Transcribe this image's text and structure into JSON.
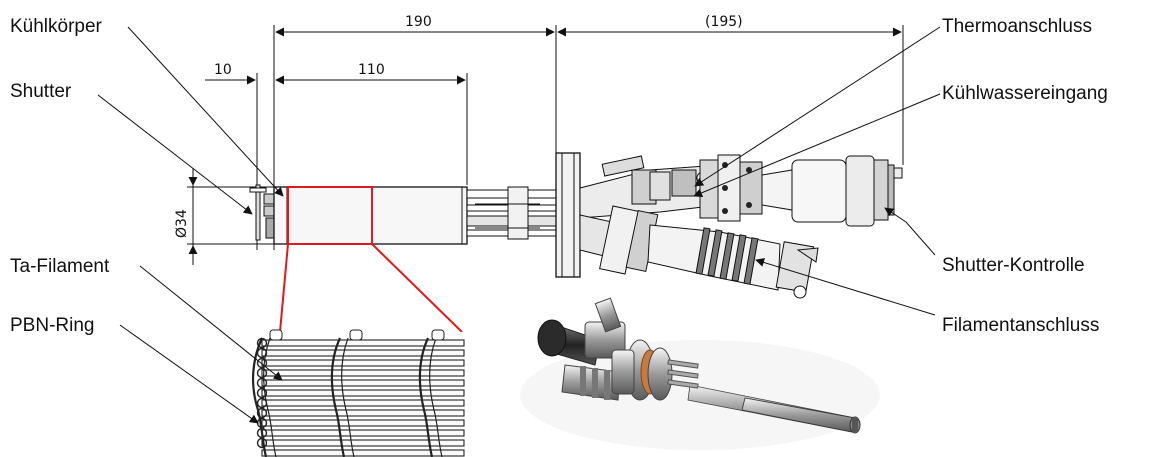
{
  "labels": {
    "heatsink": "Kühlkörper",
    "shutter": "Shutter",
    "ta_filament": "Ta-Filament",
    "pbn_ring": "PBN-Ring",
    "thermo": "Thermoanschluss",
    "cooling_water": "Kühlwassereingang",
    "shutter_control": "Shutter-Kontrolle",
    "filament_connector": "Filamentanschluss"
  },
  "dimensions": {
    "d190": "190",
    "d195": "(195)",
    "d10": "10",
    "d110": "110",
    "d34": "Ø34"
  },
  "colors": {
    "highlight": "#e0191e",
    "line": "#111111"
  }
}
